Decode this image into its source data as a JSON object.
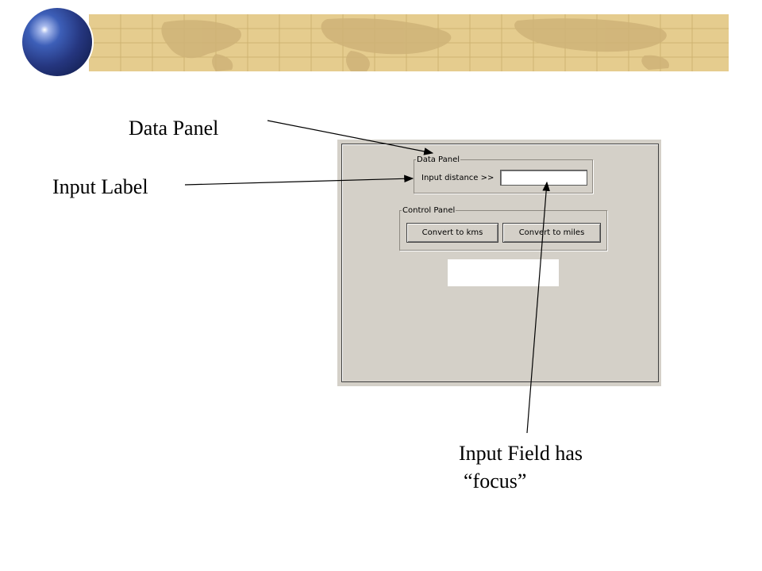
{
  "callouts": {
    "data_panel": "Data Panel",
    "input_label": "Input Label",
    "input_focus_line1": "Input Field has",
    "input_focus_line2": "“focus”"
  },
  "window": {
    "data_panel": {
      "legend": "Data Panel",
      "input_label": "Input distance >>",
      "input_value": ""
    },
    "control_panel": {
      "legend": "Control Panel",
      "buttons": [
        "Convert to kms",
        "Convert to miles"
      ]
    },
    "result_text": ""
  },
  "colors": {
    "banner": "#e5cc8e",
    "window_bg": "#d4d0c8"
  }
}
